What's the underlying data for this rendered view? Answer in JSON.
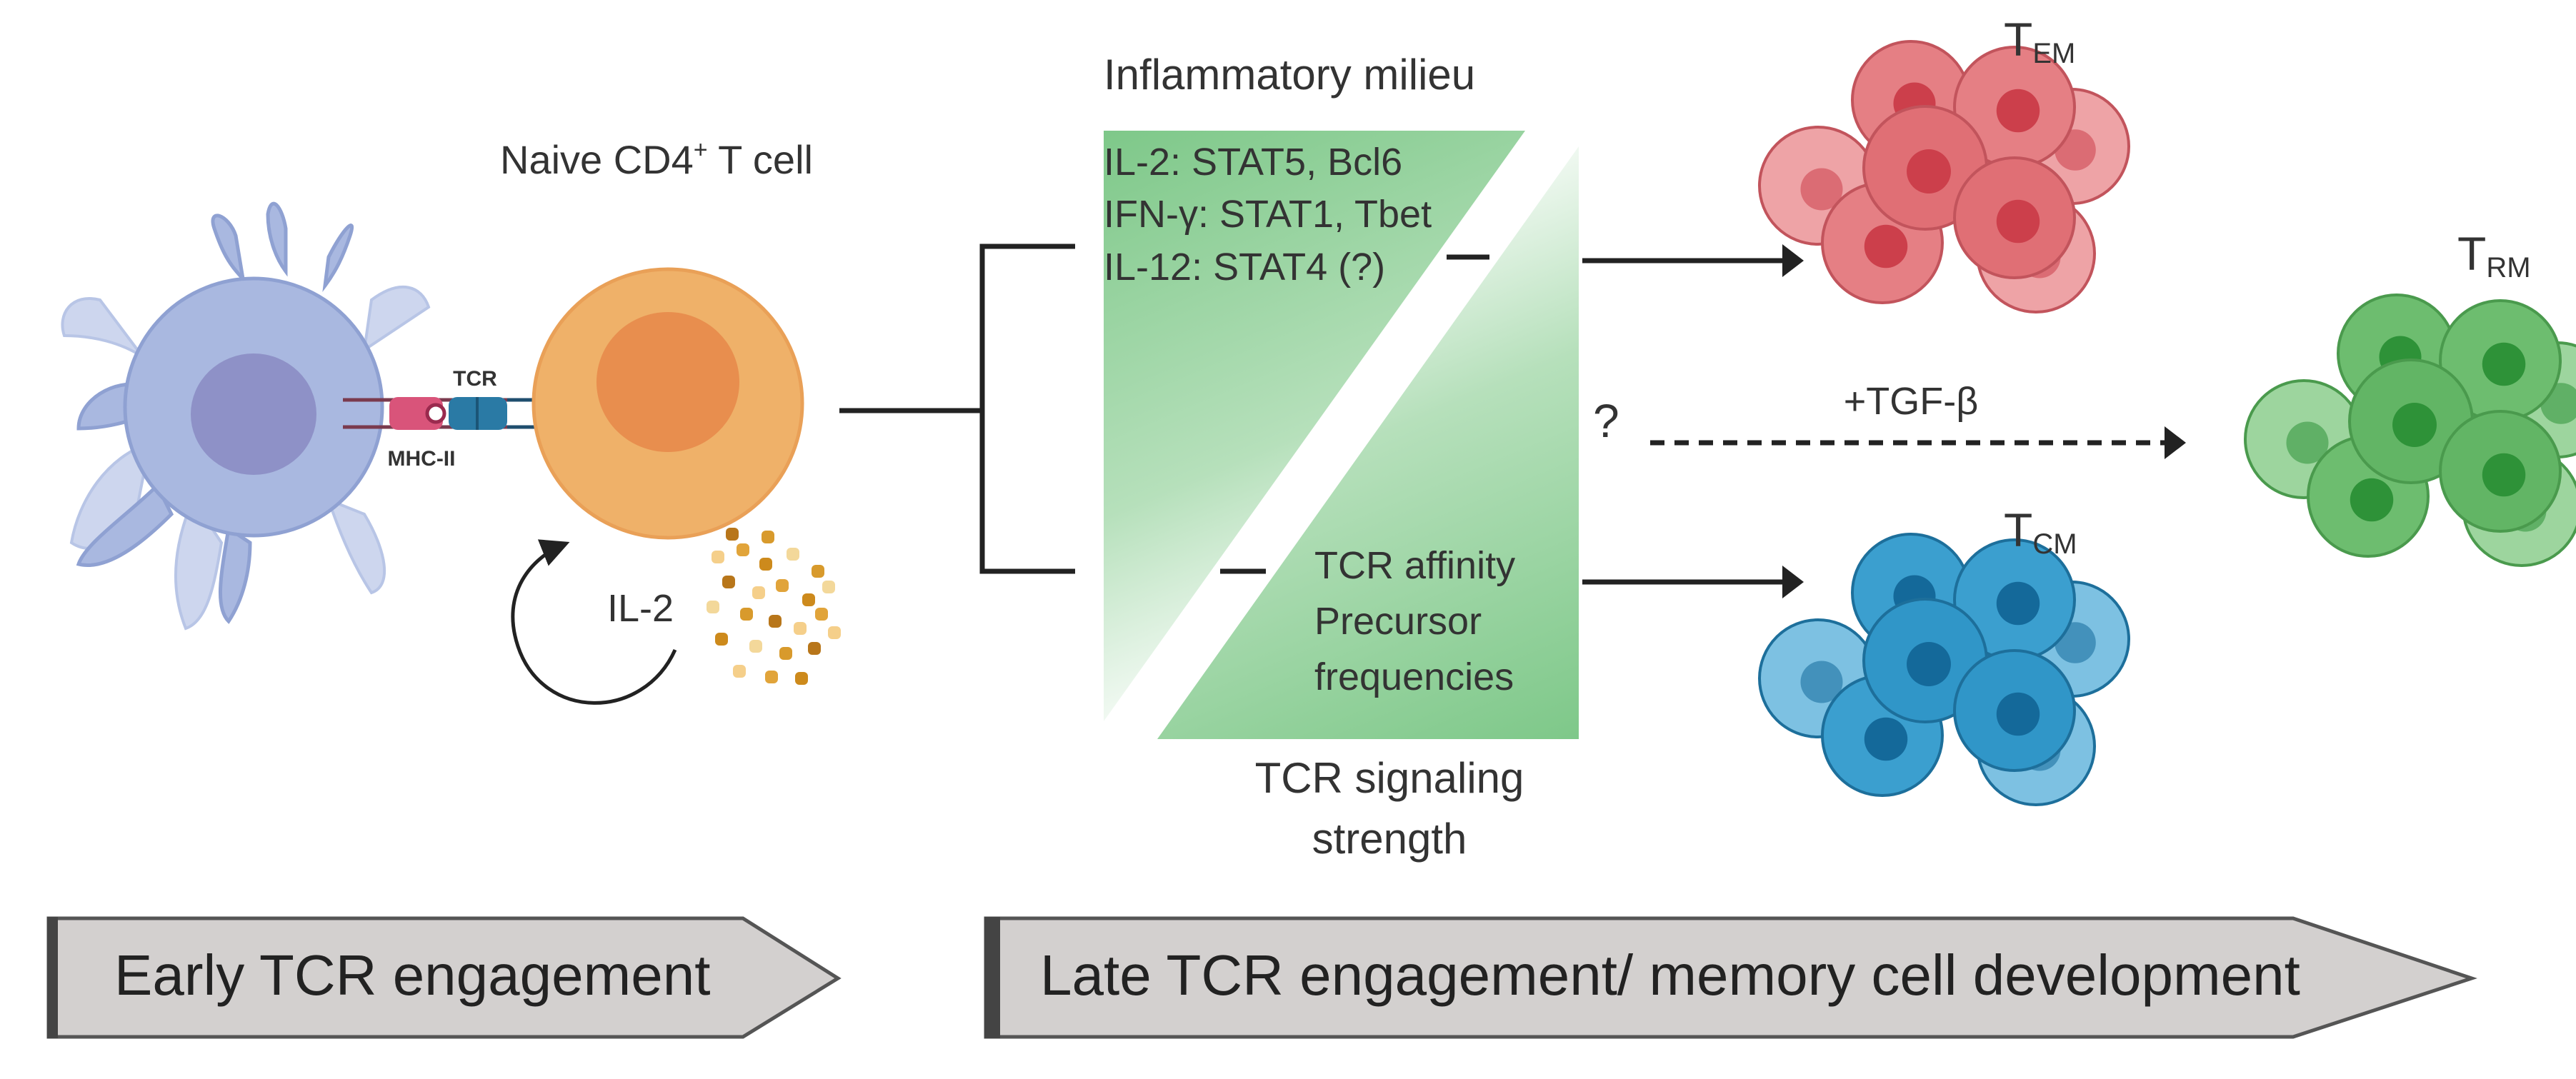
{
  "labels": {
    "naive_cell": "Naive CD4",
    "naive_cell_sup": "+",
    "naive_cell_suffix": " T cell",
    "tcr": "TCR",
    "mhc": "MHC-II",
    "il2": "IL-2",
    "milieu_title": "Inflammatory milieu",
    "milieu_line1": "IL-2: STAT5, Bcl6",
    "milieu_line2": "IFN-γ: STAT1, Tbet",
    "milieu_line3": "IL-12: STAT4 (?)",
    "signal_line1": "TCR affinity",
    "signal_line2": "Precursor",
    "signal_line3": "frequencies",
    "signal_title_1": "TCR signaling",
    "signal_title_2": "strength",
    "question": "?",
    "tgf": "+TGF-β",
    "tem_main": "T",
    "tem_sub": "EM",
    "trm_main": "T",
    "trm_sub": "RM",
    "tcm_main": "T",
    "tcm_sub": "CM"
  },
  "banners": {
    "early": "Early TCR engagement",
    "late": "Late TCR engagement/ memory cell development"
  },
  "colors": {
    "dendritic": "#a9b8e0",
    "dendritic_nucleus": "#8e91c7",
    "naive_cell": "#efb169",
    "naive_nucleus": "#e88e4e",
    "green": "#7ec889",
    "tem": "#e57f84",
    "tcm": "#3b9fcf",
    "trm": "#6dbd6f",
    "banner": "#d3d0cf"
  }
}
